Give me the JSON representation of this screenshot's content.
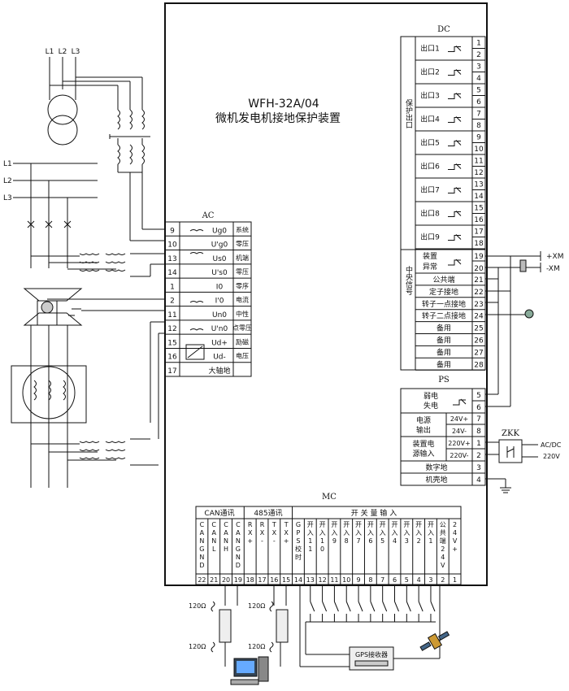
{
  "device": {
    "model": "WFH-32A/04",
    "name": "微机发电机接地保护装置"
  },
  "sections": {
    "dc": "DC",
    "ac": "AC",
    "ps": "PS",
    "mc": "MC",
    "zkk": "ZKK"
  },
  "line_labels": {
    "top": [
      "L1",
      "L2",
      "L3"
    ],
    "left": [
      "L1",
      "L2",
      "L3"
    ]
  },
  "dc_groups": {
    "protect_out": "保护出口",
    "central_signal": "中央信号"
  },
  "dc_outputs": [
    {
      "label": "出口1",
      "terms": [
        "1",
        "2"
      ]
    },
    {
      "label": "出口2",
      "terms": [
        "3",
        "4"
      ]
    },
    {
      "label": "出口3",
      "terms": [
        "5",
        "6"
      ]
    },
    {
      "label": "出口4",
      "terms": [
        "7",
        "8"
      ]
    },
    {
      "label": "出口5",
      "terms": [
        "9",
        "10"
      ]
    },
    {
      "label": "出口6",
      "terms": [
        "11",
        "12"
      ]
    },
    {
      "label": "出口7",
      "terms": [
        "13",
        "14"
      ]
    },
    {
      "label": "出口8",
      "terms": [
        "15",
        "16"
      ]
    },
    {
      "label": "出口9",
      "terms": [
        "17",
        "18"
      ]
    }
  ],
  "dc_signal_fault": {
    "label_a": "装置",
    "label_b": "异常",
    "terms": [
      "19",
      "20"
    ]
  },
  "dc_signals": [
    {
      "label": "公共端",
      "term": "21"
    },
    {
      "label": "定子接地",
      "term": "22"
    },
    {
      "label": "转子一点接地",
      "term": "23"
    },
    {
      "label": "转子二点接地",
      "term": "24"
    },
    {
      "label": "备用",
      "term": "25"
    },
    {
      "label": "备用",
      "term": "26"
    },
    {
      "label": "备用",
      "term": "27"
    },
    {
      "label": "备用",
      "term": "28"
    }
  ],
  "xm": {
    "plus": "+XM",
    "minus": "-XM"
  },
  "ac_rows": [
    {
      "term": "9",
      "sig": "Ug0",
      "desc": "系统"
    },
    {
      "term": "10",
      "sig": "U'g0",
      "desc": "零压"
    },
    {
      "term": "13",
      "sig": "Us0",
      "desc": "机端"
    },
    {
      "term": "14",
      "sig": "U's0",
      "desc": "零压"
    },
    {
      "term": "1",
      "sig": "I0",
      "desc": "零序"
    },
    {
      "term": "2",
      "sig": "I'0",
      "desc": "电流"
    },
    {
      "term": "11",
      "sig": "Un0",
      "desc": "中性"
    },
    {
      "term": "12",
      "sig": "U'n0",
      "desc": "点零压"
    },
    {
      "term": "15",
      "sig": "Ud+",
      "desc": "励磁"
    },
    {
      "term": "16",
      "sig": "Ud-",
      "desc": "电压"
    },
    {
      "term": "17",
      "sig": "大轴地",
      "desc": ""
    }
  ],
  "ps": {
    "weak_a": "弱电",
    "weak_b": "失电",
    "weak_terms": [
      "5",
      "6"
    ],
    "pwr_out_a": "电源",
    "pwr_out_b": "输出",
    "pwr_out_rows": [
      {
        "sig": "24V+",
        "term": "7"
      },
      {
        "sig": "24V-",
        "term": "8"
      }
    ],
    "pwr_in_a": "装置电",
    "pwr_in_b": "源输入",
    "pwr_in_rows": [
      {
        "sig": "220V+",
        "term": "1"
      },
      {
        "sig": "220V-",
        "term": "2"
      }
    ],
    "digital_ground": {
      "label": "数字地",
      "term": "3"
    },
    "chassis_ground": {
      "label": "机壳地",
      "term": "4"
    },
    "acdc": "AC/DC",
    "v220": "220V"
  },
  "mc": {
    "can_header": "CAN通讯",
    "rs485_header": "485通讯",
    "switch_header": "开 关 量 输 入",
    "columns": [
      {
        "label": "CANGND",
        "term": "22"
      },
      {
        "label": "CANL",
        "term": "21"
      },
      {
        "label": "CANH",
        "term": "20"
      },
      {
        "label": "CANGND",
        "term": "19"
      },
      {
        "label": "RX+",
        "term": "18"
      },
      {
        "label": "RX-",
        "term": "17"
      },
      {
        "label": "TX-",
        "term": "16"
      },
      {
        "label": "TX+",
        "term": "15"
      },
      {
        "label": "GPS校时",
        "term": "14"
      },
      {
        "label": "开入11",
        "term": "13"
      },
      {
        "label": "开入10",
        "term": "12"
      },
      {
        "label": "开入9",
        "term": "11"
      },
      {
        "label": "开入8",
        "term": "10"
      },
      {
        "label": "开入7",
        "term": "9"
      },
      {
        "label": "开入6",
        "term": "8"
      },
      {
        "label": "开入5",
        "term": "7"
      },
      {
        "label": "开入4",
        "term": "6"
      },
      {
        "label": "开入3",
        "term": "5"
      },
      {
        "label": "开入2",
        "term": "4"
      },
      {
        "label": "开入1",
        "term": "3"
      },
      {
        "label": "公共端24V-",
        "term": "2"
      },
      {
        "label": "24V+",
        "term": "1"
      }
    ]
  },
  "resistors": [
    "120Ω",
    "120Ω",
    "120Ω",
    "120Ω"
  ],
  "gps_receiver": "GPS接收器"
}
